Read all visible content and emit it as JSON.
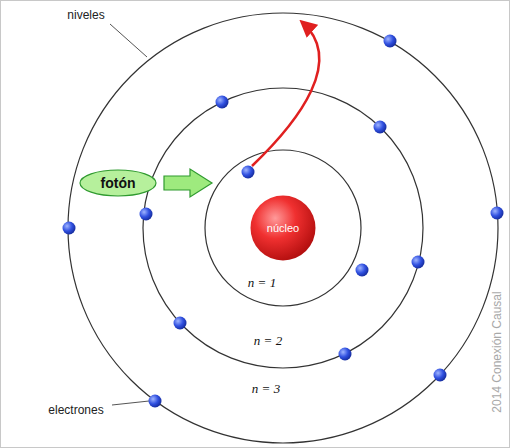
{
  "diagram": {
    "nodes": [
      {
        "text": [
          "fotón"
        ]
      },
      {
        "text": [
          "núcleo"
        ]
      }
    ],
    "labels": [
      "niveles",
      "n = 1",
      "n = 2",
      "n = 3",
      "electrones",
      "2014 Conexión Causal"
    ]
  }
}
